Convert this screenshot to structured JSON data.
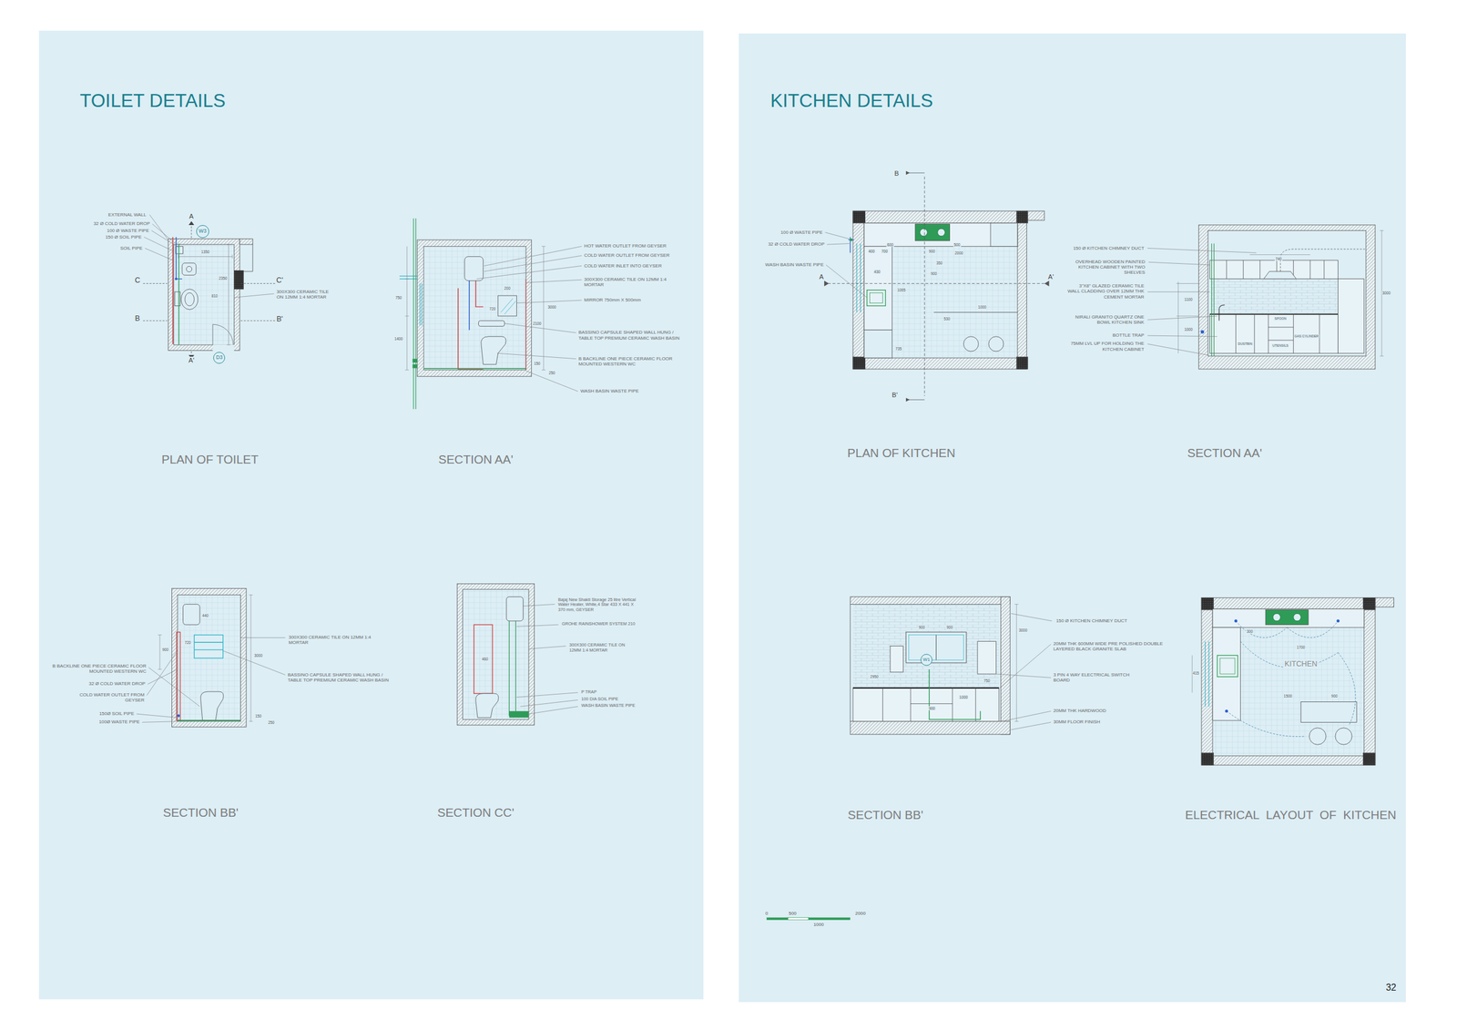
{
  "diagram": {
    "nodes": [
      {
        "text": [
          "TOILET DETAILS"
        ]
      },
      {
        "text": [
          "PLAN OF TOILET"
        ],
        "in": 0
      },
      {
        "text": [
          "W3"
        ],
        "in": 1
      },
      {
        "text": [
          "D3"
        ],
        "in": 1
      },
      {
        "text": [
          "SECTION AA'"
        ],
        "in": 0
      },
      {
        "text": [
          "SECTION BB'"
        ],
        "in": 0
      },
      {
        "text": [
          "SECTION CC'"
        ],
        "in": 0
      },
      {
        "text": [
          "KITCHEN DETAILS"
        ]
      },
      {
        "text": [
          "PLAN OF KITCHEN"
        ],
        "in": 7
      },
      {
        "text": [
          "SECTION AA'"
        ],
        "in": 7
      },
      {
        "text": [
          "SECTION BB'"
        ],
        "in": 7
      },
      {
        "text": [
          "W1"
        ],
        "in": 10
      },
      {
        "text": [
          "ELECTRICAL  LAYOUT  OF  KITCHEN"
        ],
        "in": 7
      }
    ],
    "labels": [
      "EXTERNAL WALL",
      "32 Ø COLD WATER DROP",
      "100 Ø WASTE PIPE",
      "150 Ø SOIL PIPE",
      "SOIL PIPE",
      "A",
      "C",
      "C'",
      "B",
      "B'",
      "A'",
      "1350",
      "2350",
      "810",
      "300X300 CERAMIC TILE ON 12MM 1:4 MORTAR",
      "HOT WATER OUTLET FROM GEYSER",
      "COLD WATER OUTLET FROM GEYSER",
      "COLD WATER INLET INTO GEYSER",
      "300X300 CERAMIC TILE ON 12MM 1:4 MORTAR",
      "MIRROR 750mm X 500mm",
      "BASSINO CAPSULE SHAPED WALL HUNG / TABLE TOP PREMIUM CERAMIC WASH BASIN",
      "B BACKLINE ONE PIECE CERAMIC FLOOR MOUNTED WESTERN WC",
      "WASH BASIN WASTE PIPE",
      "750",
      "1400",
      "3000",
      "2100",
      "720",
      "200",
      "150",
      "250",
      "300X300 CERAMIC TILE ON 12MM 1:4 MORTAR",
      "BASSINO CAPSULE SHAPED WALL HUNG / TABLE TOP PREMIUM CERAMIC WASH BASIN",
      "B BACKLINE ONE PIECE CERAMIC FLOOR MOUNTED WESTERN WC",
      "32 Ø COLD WATER DROP",
      "COLD WATER OUTLET FROM GEYSER",
      "150Ø SOIL PIPE",
      "100Ø WASTE PIPE",
      "3000",
      "900",
      "440",
      "720",
      "150",
      "250",
      "Bajaj New Shakti Storage 25 litre Vertical Water Heater, White,4 Star 433 X 441 X 370 mm, GEYSER",
      "GROHE RAINSHOWER SYSTEM 210",
      "300X300 CERAMIC TILE ON 12MM 1:4 MORTAR",
      "P TRAP",
      "100 DIA SOIL PIPE",
      "WASH BASIN WASTE PIPE",
      "460",
      "B",
      "B'",
      "A",
      "A'",
      "100 Ø WASTE PIPE",
      "32 Ø COLD WATER DROP",
      "WASH BASIN WASTE PIPE",
      "600",
      "500",
      "900",
      "2000",
      "350",
      "400",
      "700",
      "430",
      "1065",
      "900",
      "530",
      "1000",
      "735",
      "150 Ø KITCHEN CHIMNEY DUCT",
      "OVERHEAD WOODEN PAINTED KITCHEN CABINET WITH TWO SHELVES",
      "3\"X8\" GLAZED CERAMIC TILE WALL CLADDING OVER 12MM THK CEMENT MORTAR",
      "NIRALI GRANITO QUARTZ ONE BOWL KITCHEN SINK",
      "BOTTLE TRAP",
      "75MM LVL UP FOR HOLDING THE KITCHEN CABINET",
      "740",
      "3000",
      "1100",
      "1000",
      "DUSTBIN",
      "SPOON",
      "UTENSILS",
      "GAS CYLINDER",
      "150 Ø KITCHEN CHIMNEY DUCT",
      "20MM THK 600MM WIDE PRE POLISHED DOUBLE LAYERED BLACK GRANITE SLAB",
      "3 PIN 4 WAY ELECTRICAL SWITCH BOARD",
      "20MM THK HARDWOOD",
      "30MM FLOOR FINISH",
      "3000",
      "900",
      "900",
      "750",
      "1000",
      "900",
      "2950",
      "KITCHEN",
      "1700",
      "1500",
      "900",
      "300",
      "415",
      "0",
      "500",
      "1000",
      "2000",
      "32"
    ]
  }
}
